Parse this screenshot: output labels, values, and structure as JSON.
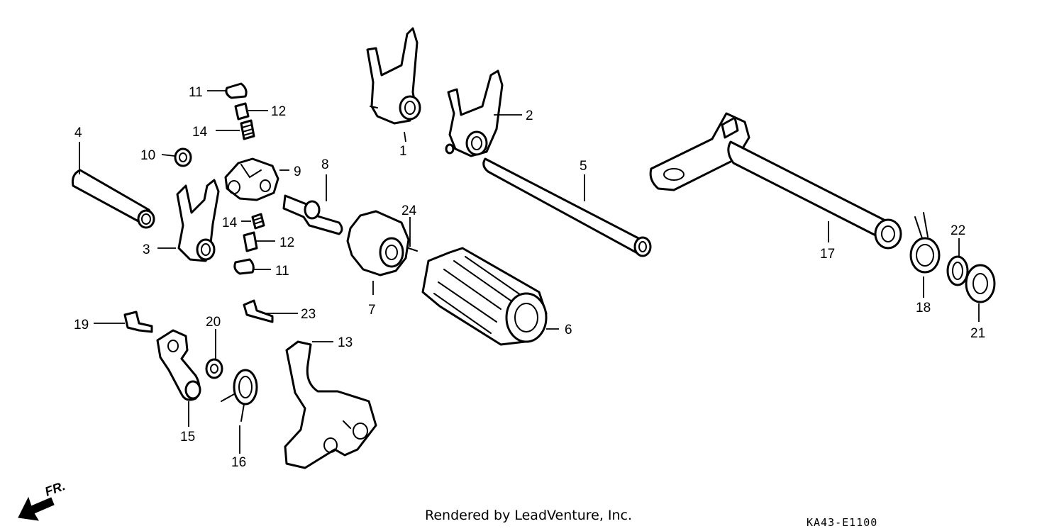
{
  "callouts": [
    "1",
    "2",
    "3",
    "4",
    "5",
    "6",
    "7",
    "8",
    "9",
    "10",
    "11",
    "12",
    "14",
    "14",
    "12",
    "11",
    "15",
    "16",
    "13",
    "17",
    "18",
    "19",
    "20",
    "21",
    "22",
    "23",
    "24"
  ],
  "front_marker": "FR.",
  "footer": {
    "credit": "Rendered by LeadVenture, Inc.",
    "code": "KA43-E1100"
  }
}
